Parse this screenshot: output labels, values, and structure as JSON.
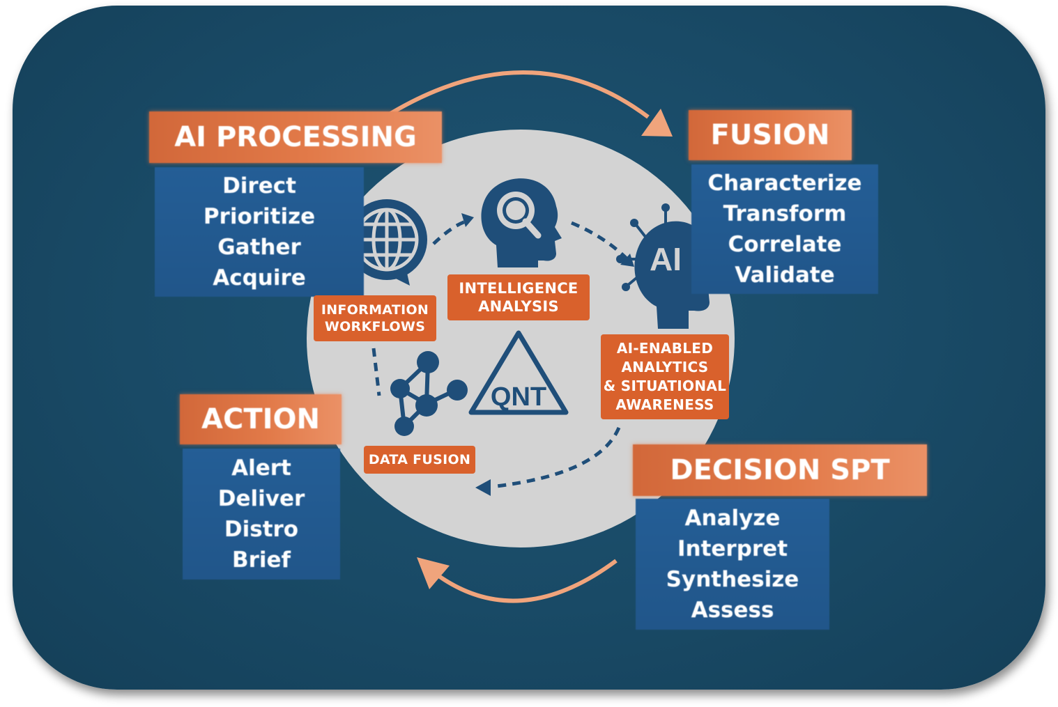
{
  "colors": {
    "panel": "#194a66",
    "circle": "#d3d3d3",
    "header_orange": "#e27a49",
    "list_blue": "#235a90",
    "tag_orange": "#d9612c",
    "icon_blue": "#1f4e79",
    "arrow_peach": "#f0a47c"
  },
  "sections": {
    "ai_processing": {
      "title": "AI PROCESSING",
      "items": [
        "Direct",
        "Prioritize",
        "Gather",
        "Acquire"
      ]
    },
    "fusion": {
      "title": "FUSION",
      "items": [
        "Characterize",
        "Transform",
        "Correlate",
        "Validate"
      ]
    },
    "action": {
      "title": "ACTION",
      "items": [
        "Alert",
        "Deliver",
        "Distro",
        "Brief"
      ]
    },
    "decision": {
      "title": "DECISION SPT",
      "items": [
        "Analyze",
        "Interpret",
        "Synthesize",
        "Assess"
      ]
    }
  },
  "center": {
    "info": [
      "INFORMATION",
      "WORKFLOWS"
    ],
    "intel": [
      "INTELLIGENCE",
      "ANALYSIS"
    ],
    "ai_analytics": [
      "AI-ENABLED",
      "ANALYTICS",
      "& SITUATIONAL",
      "AWARENESS"
    ],
    "data_fusion": "DATA FUSION",
    "ai_head_label": "AI",
    "qnt_label": "QNT"
  },
  "icons": {
    "globe": "globe-chat-icon",
    "head_search": "head-magnifier-icon",
    "ai_head": "ai-head-icon",
    "network": "network-graph-icon",
    "triangle": "qnt-triangle-icon"
  }
}
